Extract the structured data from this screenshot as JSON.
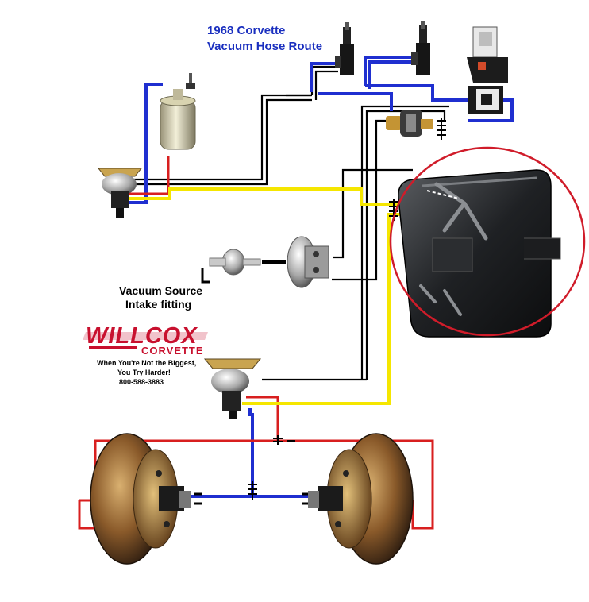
{
  "title": {
    "line1": "1968 Corvette",
    "line2": "Vacuum Hose Route"
  },
  "vacuum_source": {
    "line1": "Vacuum Source",
    "line2": "Intake fitting"
  },
  "logo": {
    "name": "WILLCOX",
    "sub": "CORVETTE",
    "slogan1": "When You're Not the Biggest,",
    "slogan2": "You Try Harder!",
    "phone": "800-588-3883"
  },
  "colors": {
    "hose_blue": "#1f2fd0",
    "hose_red": "#d81f1f",
    "hose_yellow": "#f5e600",
    "hose_black": "#000000",
    "highlight_circle": "#d01c2a",
    "logo_red": "#c8102e"
  }
}
